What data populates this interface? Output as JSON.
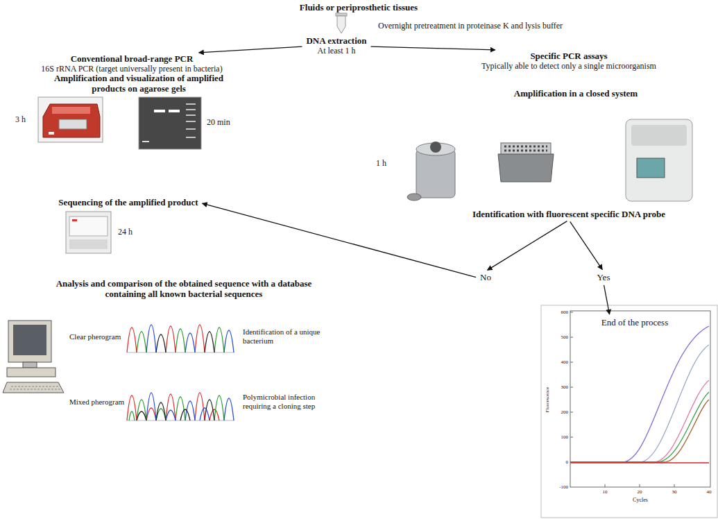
{
  "diagram": {
    "nodes": [
      {
        "text": [
          "Fluids or periprosthetic tissues"
        ]
      },
      {
        "text": [
          "DNA extraction",
          "At least 1 h"
        ]
      },
      {
        "text": [
          "Conventional broad-range PCR",
          "16S rRNA PCR (target universally present in bacteria)"
        ]
      },
      {
        "text": [
          "Amplification and visualization of amplified products on agarose gels"
        ]
      },
      {
        "text": [
          "Sequencing of the amplified product"
        ]
      },
      {
        "text": [
          "Analysis and comparison of the obtained sequence with a database containing all known bacterial sequences"
        ]
      },
      {
        "text": [
          "Specific PCR assays",
          "Typically able to detect only a single microorganism"
        ]
      },
      {
        "text": [
          "Amplification in a closed system"
        ]
      },
      {
        "text": [
          "Identification with fluorescent specific DNA probe"
        ]
      },
      {
        "text": [
          "No"
        ]
      },
      {
        "text": [
          "Yes"
        ]
      },
      {
        "text": [
          "End of the process"
        ]
      }
    ],
    "edges": [
      {
        "from": 1,
        "to": 2,
        "arrow": "to"
      },
      {
        "from": 1,
        "to": 6,
        "arrow": "to"
      },
      {
        "from": 8,
        "to": 9,
        "arrow": "to"
      },
      {
        "from": 8,
        "to": 10,
        "arrow": "to"
      },
      {
        "from": 9,
        "to": 4,
        "arrow": "to"
      },
      {
        "from": 10,
        "to": 11,
        "arrow": "to"
      }
    ],
    "labels": [
      "Overnight pretreatment in proteinase K and lysis buffer",
      "3 h",
      "20 min",
      "24 h",
      "Clear pherogram",
      "Identification of a unique bacterium",
      "Mixed pherogram",
      "Polymicrobial infection requiring a cloning step",
      "1 h",
      "Fluorescence",
      "Cycles",
      "600",
      "500",
      "400",
      "300",
      "200",
      "100",
      "0",
      "-100",
      "10",
      "20",
      "30",
      "40"
    ]
  }
}
